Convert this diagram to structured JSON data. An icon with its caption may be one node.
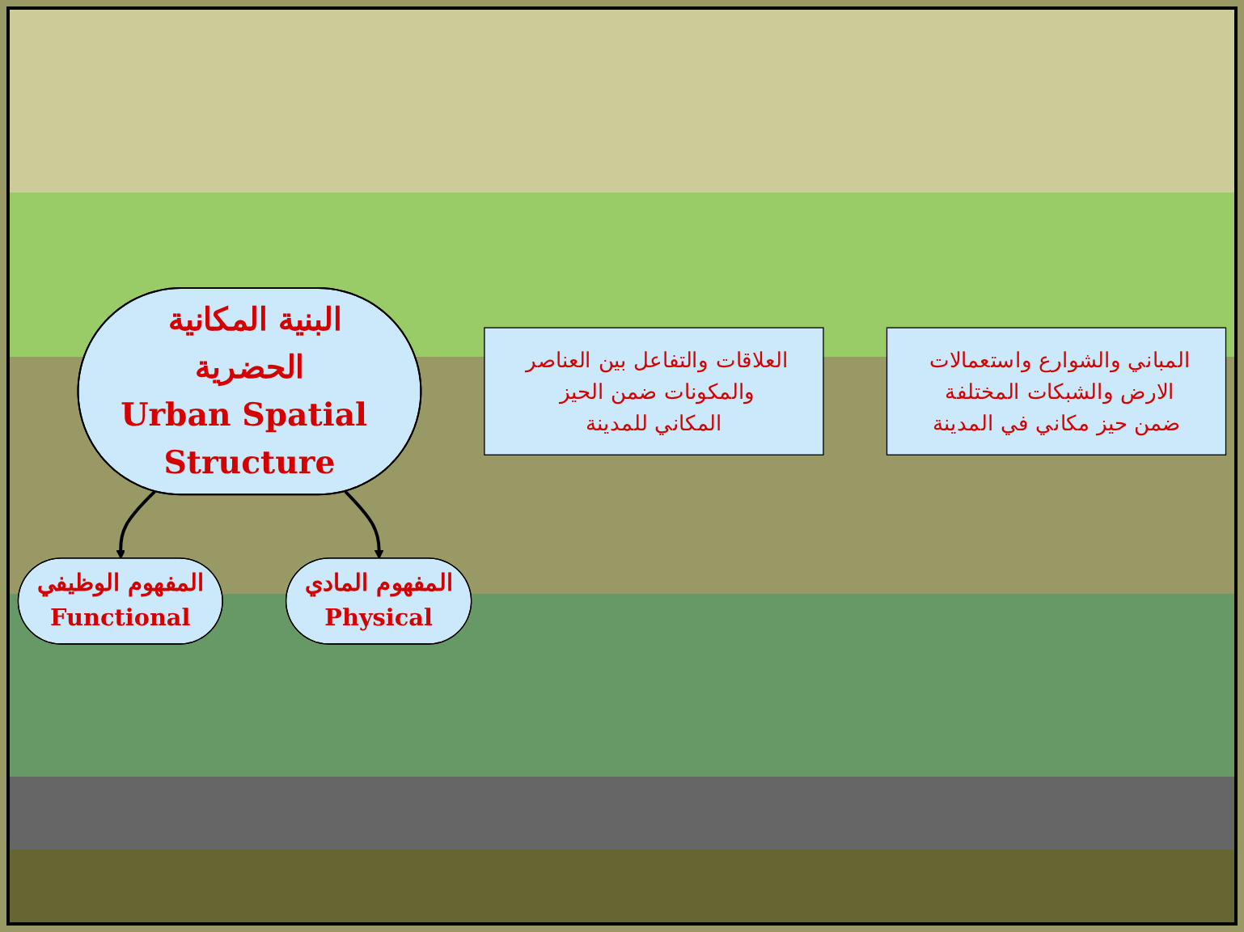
{
  "diagram": {
    "nodes": [
      {
        "text": [
          "البنية المكانية الحضرية",
          "Urban Spatial Structure"
        ]
      },
      {
        "text": [
          "المفهوم الوظيفي",
          "Functional"
        ]
      },
      {
        "text": [
          "المفهوم المادي",
          "Physical"
        ]
      },
      {
        "text": [
          "العلاقات والتفاعل بين العناصر والمكونات ضمن الحيز المكاني للمدينة"
        ]
      },
      {
        "text": [
          "المباني والشوارع واستعمالات الارض والشبكات المختلفة ضمن حيز مكاني في المدينة"
        ]
      }
    ],
    "edges": [
      {
        "from": 0,
        "to": 1,
        "arrow": "to"
      },
      {
        "from": 0,
        "to": 2,
        "arrow": "to"
      }
    ]
  }
}
